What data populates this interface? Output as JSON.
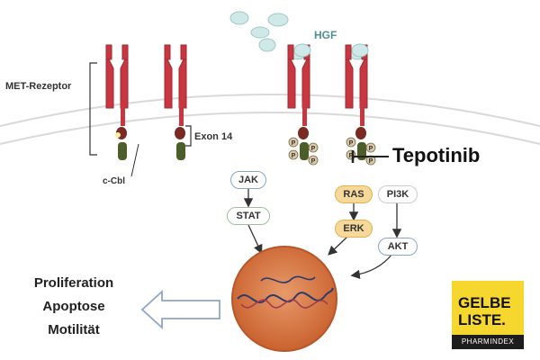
{
  "labels": {
    "met_receptor": "MET-Rezeptor",
    "exon14": "Exon 14",
    "ccbl": "c-Cbl",
    "hgf": "HGF",
    "tepotinib": "Tepotinib",
    "phospho": "P"
  },
  "pathway": {
    "jak": "JAK",
    "stat": "STAT",
    "ras": "RAS",
    "erk": "ERK",
    "pi3k": "PI3K",
    "akt": "AKT"
  },
  "outcomes": [
    "Proliferation",
    "Apoptose",
    "Motilität"
  ],
  "logo": {
    "line1": "GELBE",
    "line2": "LISTE.",
    "subtitle": "PHARMINDEX"
  },
  "colors": {
    "receptor": "#c8373f",
    "kinase": "#4b5e2a",
    "membrane": "#d9d9d9",
    "hgf": "#cfe8e8",
    "nucleus": "#d9743e",
    "logo": "#f6d72e"
  }
}
